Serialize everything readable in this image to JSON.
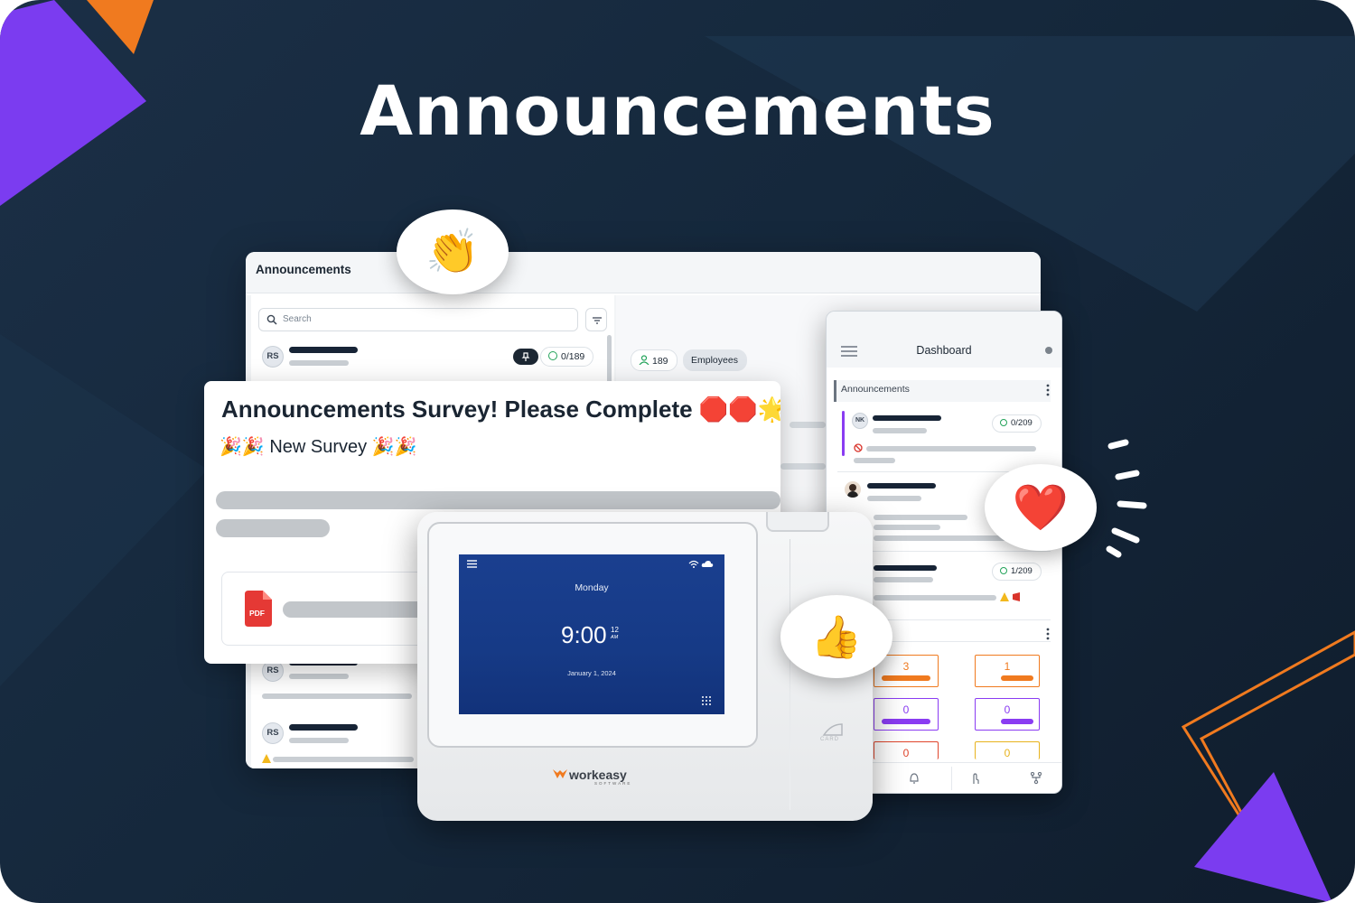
{
  "page": {
    "title": "Announcements",
    "colors": {
      "background": "#15283c",
      "accent_orange": "#f07a1f",
      "accent_purple": "#8a3cf2"
    }
  },
  "desktop": {
    "window_title": "Announcements",
    "search_placeholder": "Search",
    "list_items": [
      {
        "initials": "RS",
        "read_count": "0/189"
      },
      {
        "initials": "RS"
      },
      {
        "initials": "RS"
      }
    ],
    "audience": {
      "count": "189",
      "group": "Employees"
    }
  },
  "announcement": {
    "title": "Announcements Survey! Please Complete 🛑🛑🌟",
    "subtitle": "🎉🎉 New Survey 🎉🎉",
    "attachment_type": "PDF"
  },
  "device": {
    "day": "Monday",
    "time": "9:00",
    "seconds": "12",
    "meridiem": "AM",
    "date": "January 1, 2024",
    "brand": "workeasy",
    "brand_sub": "SOFTWARE",
    "card_label": "CARD"
  },
  "mobile": {
    "header_title": "Dashboard",
    "section_title": "Announcements",
    "items": [
      {
        "initials": "NK",
        "read_count": "0/209"
      },
      {
        "avatar": "person-photo"
      },
      {
        "read_count": "1/209"
      }
    ],
    "tiles": [
      {
        "value": "3",
        "color": "#f07a1f"
      },
      {
        "value": "1",
        "color": "#f07a1f"
      },
      {
        "value": "0",
        "color": "#8a3cf2"
      },
      {
        "value": "0",
        "color": "#8a3cf2"
      },
      {
        "value": "0",
        "color": "#e0452c"
      },
      {
        "value": "0",
        "color": "#e8b31d"
      }
    ]
  },
  "reactions": {
    "clap": "👏",
    "heart": "❤️",
    "thumbs": "👍"
  }
}
